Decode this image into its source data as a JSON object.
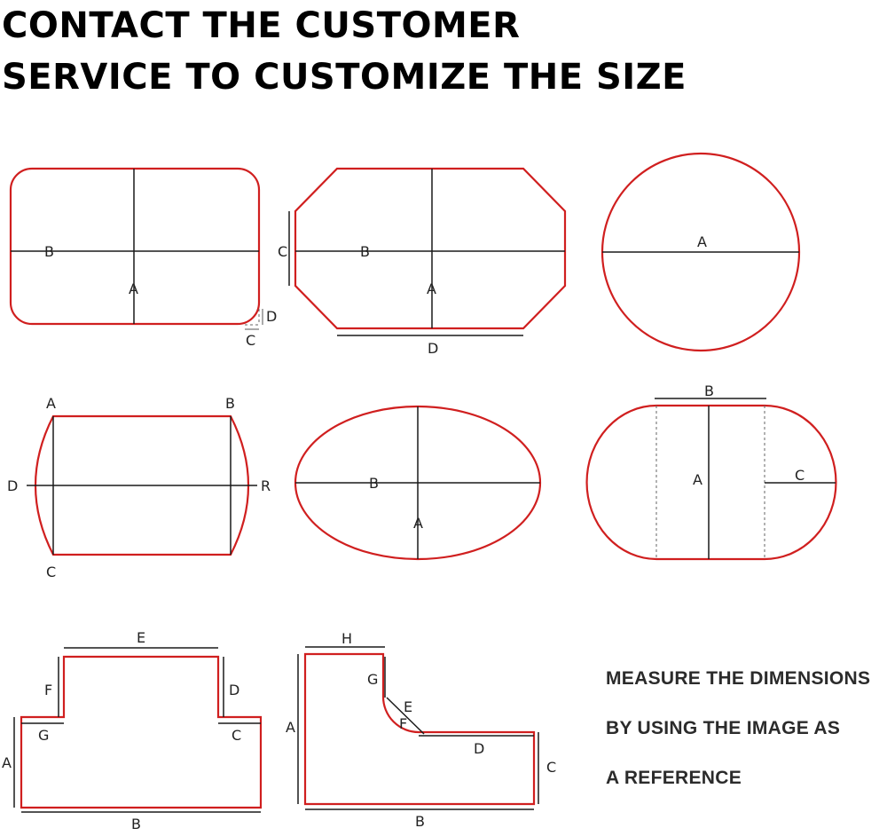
{
  "headline": {
    "line1": "CONTACT THE CUSTOMER",
    "line2": "SERVICE TO CUSTOMIZE THE SIZE"
  },
  "note": {
    "line1": "MEASURE THE DIMENSIONS",
    "line2": "BY USING THE IMAGE AS",
    "line3": "A REFERENCE"
  },
  "colors": {
    "outline": "#d01f1f",
    "dimension_line": "#1a1a1a",
    "text": "#2b2b2b"
  },
  "shapes": {
    "rounded_rectangle": {
      "labels": {
        "A": "A",
        "B": "B",
        "C": "C",
        "D": "D"
      }
    },
    "octagon": {
      "labels": {
        "A": "A",
        "B": "B",
        "C": "C",
        "D": "D"
      }
    },
    "circle": {
      "labels": {
        "A": "A"
      }
    },
    "curved_ends": {
      "labels": {
        "A": "A",
        "B": "B",
        "C": "C",
        "D": "D",
        "R": "R"
      }
    },
    "oval": {
      "labels": {
        "A": "A",
        "B": "B"
      }
    },
    "racetrack": {
      "labels": {
        "A": "A",
        "B": "B",
        "C": "C"
      }
    },
    "t_shape": {
      "labels": {
        "A": "A",
        "B": "B",
        "C": "C",
        "D": "D",
        "E": "E",
        "F": "F",
        "G": "G"
      }
    },
    "l_shape": {
      "labels": {
        "A": "A",
        "B": "B",
        "C": "C",
        "D": "D",
        "E": "E",
        "F": "F",
        "G": "G",
        "H": "H"
      }
    }
  }
}
